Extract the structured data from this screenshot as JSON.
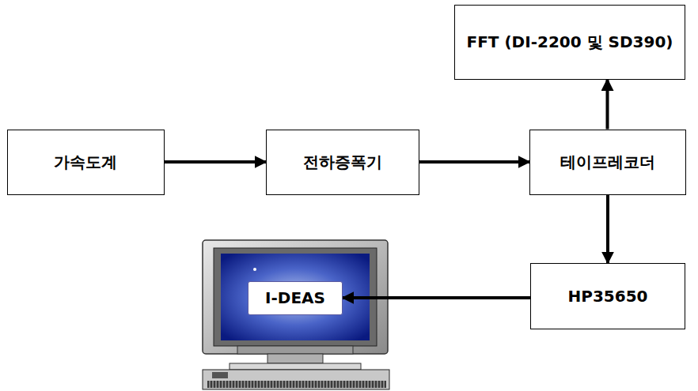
{
  "diagram": {
    "nodes": [
      {
        "text": [
          "가속도계"
        ]
      },
      {
        "text": [
          "전하증폭기"
        ]
      },
      {
        "text": [
          "테이프레코더"
        ]
      },
      {
        "text": [
          "FFT (DI-2200 및 SD390)"
        ]
      },
      {
        "text": [
          "HP35650"
        ]
      },
      {
        "text": [
          "I-DEAS"
        ]
      }
    ],
    "edges": [
      {
        "from": 0,
        "to": 1,
        "arrow": "to"
      },
      {
        "from": 1,
        "to": 2,
        "arrow": "to"
      },
      {
        "from": 2,
        "to": 3,
        "arrow": "to"
      },
      {
        "from": 2,
        "to": 4,
        "arrow": "to"
      },
      {
        "from": 4,
        "to": 5,
        "arrow": "to"
      }
    ]
  }
}
